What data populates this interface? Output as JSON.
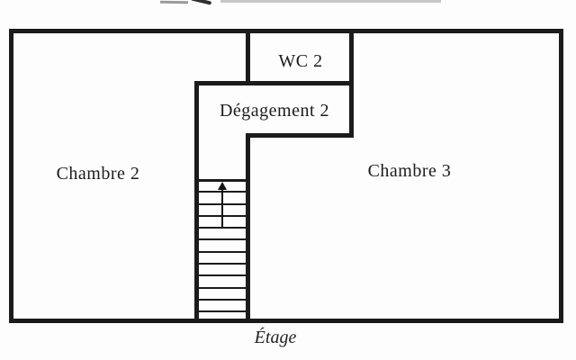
{
  "plan": {
    "rooms": [
      {
        "id": "chambre-2",
        "label": "Chambre 2"
      },
      {
        "id": "wc-2",
        "label": "WC 2"
      },
      {
        "id": "degagement-2",
        "label": "Dégagement 2"
      },
      {
        "id": "chambre-3",
        "label": "Chambre 3"
      }
    ],
    "caption": "Étage",
    "stairs": {
      "treads": 12,
      "direction_arrow": "up"
    },
    "colors": {
      "wall": "#1b1b1b",
      "background": "#fdfdfd",
      "text": "#1c1c1c"
    }
  }
}
